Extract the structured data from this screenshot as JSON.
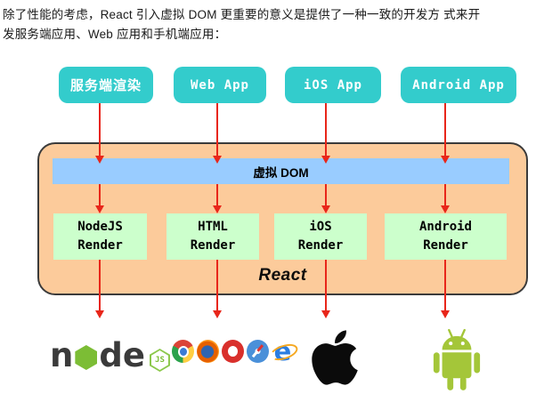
{
  "intro": {
    "line1": "除了性能的考虑，React 引入虚拟 DOM 更重要的意义是提供了一种一致的开发方 式来开",
    "line2": "发服务端应用、Web 应用和手机端应用："
  },
  "diagram": {
    "top_boxes": [
      {
        "label": "服务端渲染"
      },
      {
        "label": "Web App"
      },
      {
        "label": "iOS App"
      },
      {
        "label": "Android App"
      }
    ],
    "virtual_dom_label": "虚拟 DOM",
    "render_boxes": [
      {
        "line1": "NodeJS",
        "line2": "Render"
      },
      {
        "line1": "HTML",
        "line2": "Render"
      },
      {
        "line1": "iOS",
        "line2": "Render"
      },
      {
        "line1": "Android",
        "line2": "Render"
      }
    ],
    "react_label": "React",
    "colors": {
      "top_box": "#33CCCC",
      "container_bg": "#FCCB9B",
      "container_border": "#3B3B3B",
      "virtual_dom_bar": "#99CCFF",
      "render_box": "#CCFFCC",
      "arrow": "#E8261A"
    }
  },
  "logos": {
    "node": {
      "letter_n": "n",
      "letter_d": "d",
      "letter_e": "e",
      "js_badge": "JS"
    },
    "browsers": [
      "chrome-icon",
      "firefox-icon",
      "opera-icon",
      "safari-icon",
      "ie-icon"
    ],
    "ie_letter": "e"
  }
}
